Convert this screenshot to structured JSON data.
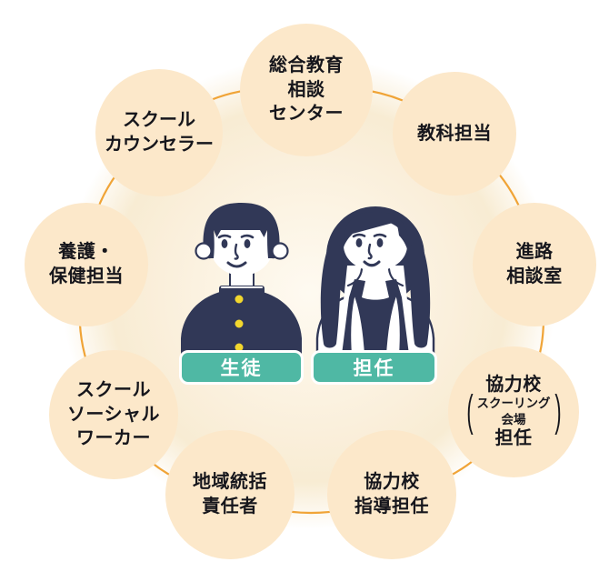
{
  "diagram": {
    "center": {
      "student_label": "生徒",
      "teacher_label": "担任"
    },
    "ring": {
      "nodes": [
        {
          "id": "general-education-center",
          "lines": [
            "総合教育",
            "相談",
            "センター"
          ]
        },
        {
          "id": "subject-teacher",
          "lines": [
            "教科担当"
          ]
        },
        {
          "id": "career-consultation-room",
          "lines": [
            "進路",
            "相談室"
          ]
        },
        {
          "id": "cooperating-school-homeroom",
          "top": "協力校",
          "paren_open": "(",
          "inner": [
            "スクーリング",
            "会場"
          ],
          "paren_close": ")",
          "bottom": "担任"
        },
        {
          "id": "cooperating-school-guidance",
          "lines": [
            "協力校",
            "指導担任"
          ]
        },
        {
          "id": "regional-general-manager",
          "lines": [
            "地域統括",
            "責任者"
          ]
        },
        {
          "id": "school-social-worker",
          "lines": [
            "スクール",
            "ソーシャル",
            "ワーカー"
          ]
        },
        {
          "id": "health-care",
          "lines": [
            "養護・",
            "保健担当"
          ]
        },
        {
          "id": "school-counselor",
          "lines": [
            "スクール",
            "カウンセラー"
          ]
        }
      ]
    },
    "colors": {
      "circle_fill": "#FCE8CA",
      "ring_line": "#F0A437",
      "badge_background": "#4FB8A4",
      "figure_navy": "#313857",
      "button_yellow": "#F2D72E",
      "label_text": "#16161C",
      "glow_cream": "#F8ECD3",
      "background": "#FFFFFF"
    }
  }
}
